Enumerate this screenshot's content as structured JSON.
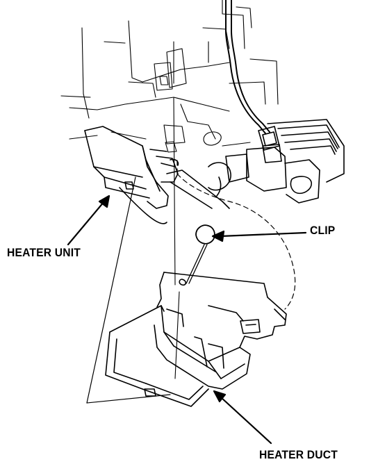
{
  "labels": {
    "clip": "CLIP",
    "heater_unit": "HEATER UNIT",
    "heater_duct": "HEATER DUCT"
  },
  "colors": {
    "ink": "#000000",
    "paper": "#ffffff"
  }
}
